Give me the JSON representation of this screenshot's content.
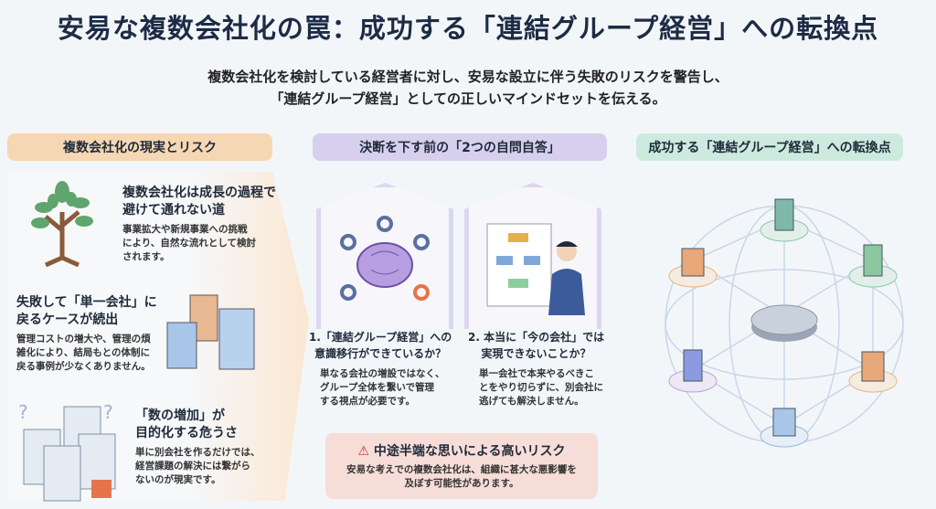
{
  "title": "安易な複数会社化の罠：成功する「連結グループ経営」への転換点",
  "subtitle": [
    "複数会社化を検討している経営者に対し、安易な設立に伴う失敗のリスクを警告し、",
    "「連結グループ経営」としての正しいマインドセットを伝える。"
  ],
  "sections": {
    "left": "複数会社化の現実とリスク",
    "middle": "決断を下す前の「2つの自問自答」",
    "right": "成功する「連結グループ経営」への転換点"
  },
  "left_items": [
    {
      "title": [
        "複数会社化は成長の過程で",
        "避けて通れない道"
      ],
      "body": [
        "事業拡大や新規事業への挑戦",
        "により、自然な流れとして検討",
        "されます。"
      ]
    },
    {
      "title": [
        "失敗して「単一会社」に",
        "戻るケースが続出"
      ],
      "body": [
        "管理コストの増大や、管理の煩",
        "雑化により、結局もとの体制に",
        "戻る事例が少なくありません。"
      ]
    },
    {
      "title": [
        "「数の増加」が",
        "目的化する危うさ"
      ],
      "body": [
        "単に別会社を作るだけでは、",
        "経営課題の解決には繋がら",
        "ないのが現実です。"
      ]
    }
  ],
  "questions": [
    {
      "title": [
        "1.「連結グループ経営」への",
        "意識移行ができているか？"
      ],
      "body": [
        "単なる会社の増設ではなく、",
        "グループ全体を繋いで管理",
        "する視点が必要です。"
      ]
    },
    {
      "title": [
        "2. 本当に「今の会社」では",
        "実現できないことか？"
      ],
      "body": [
        "単一会社で本来やるべきこ",
        "とをやり切らずに、別会社に",
        "逃げても解決しません。"
      ]
    }
  ],
  "risk": {
    "title": "中途半端な思いによる高いリスク",
    "body": [
      "安易な考えでの複数会社化は、組織に甚大な悪影響を",
      "及ぼす可能性があります。"
    ]
  }
}
